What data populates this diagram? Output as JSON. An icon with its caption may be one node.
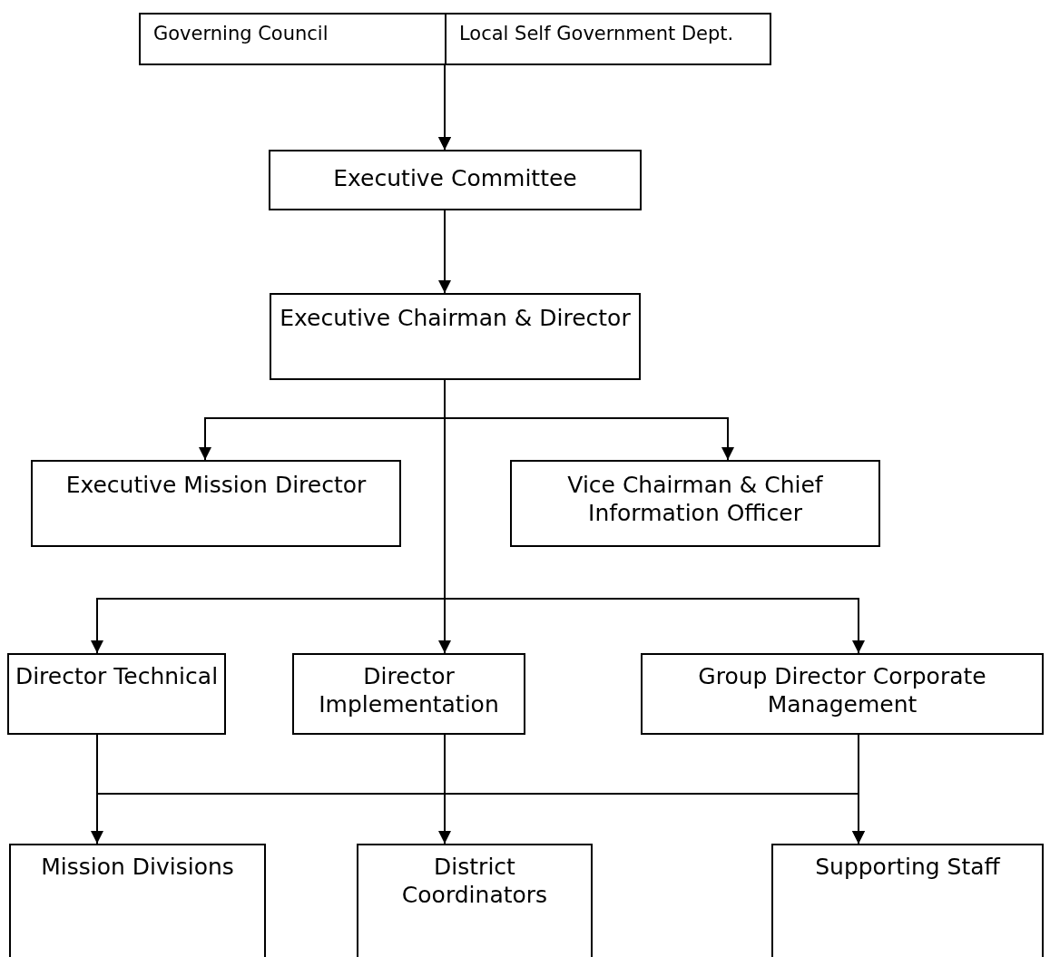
{
  "diagram": {
    "nodes": [
      {
        "text": [
          "Governing Council"
        ]
      },
      {
        "text": [
          "Local Self Government Dept."
        ]
      },
      {
        "text": [
          "Executive Committee"
        ]
      },
      {
        "text": [
          "Executive Chairman & Director"
        ]
      },
      {
        "text": [
          "Executive Mission Director"
        ]
      },
      {
        "text": [
          "Vice Chairman & Chief Information Officer"
        ]
      },
      {
        "text": [
          "Director Technical"
        ]
      },
      {
        "text": [
          "Director Implementation"
        ]
      },
      {
        "text": [
          "Group Director Corporate Management"
        ]
      },
      {
        "text": [
          "Mission Divisions"
        ]
      },
      {
        "text": [
          "District Coordinators"
        ]
      },
      {
        "text": [
          "Supporting Staff"
        ]
      }
    ],
    "edges": [
      {
        "from": 0,
        "to": 2,
        "arrow": "to"
      },
      {
        "from": 1,
        "to": 2,
        "arrow": "to"
      },
      {
        "from": 2,
        "to": 3,
        "arrow": "to"
      },
      {
        "from": 3,
        "to": 4,
        "arrow": "to"
      },
      {
        "from": 3,
        "to": 5,
        "arrow": "to"
      },
      {
        "from": 3,
        "to": 6,
        "arrow": "to"
      },
      {
        "from": 3,
        "to": 7,
        "arrow": "to"
      },
      {
        "from": 3,
        "to": 8,
        "arrow": "to"
      },
      {
        "from": 6,
        "to": 9,
        "arrow": "to"
      },
      {
        "from": 6,
        "to": 11,
        "arrow": "to"
      },
      {
        "from": 7,
        "to": 10,
        "arrow": "to"
      },
      {
        "from": 8,
        "to": 11,
        "arrow": "to"
      }
    ]
  }
}
